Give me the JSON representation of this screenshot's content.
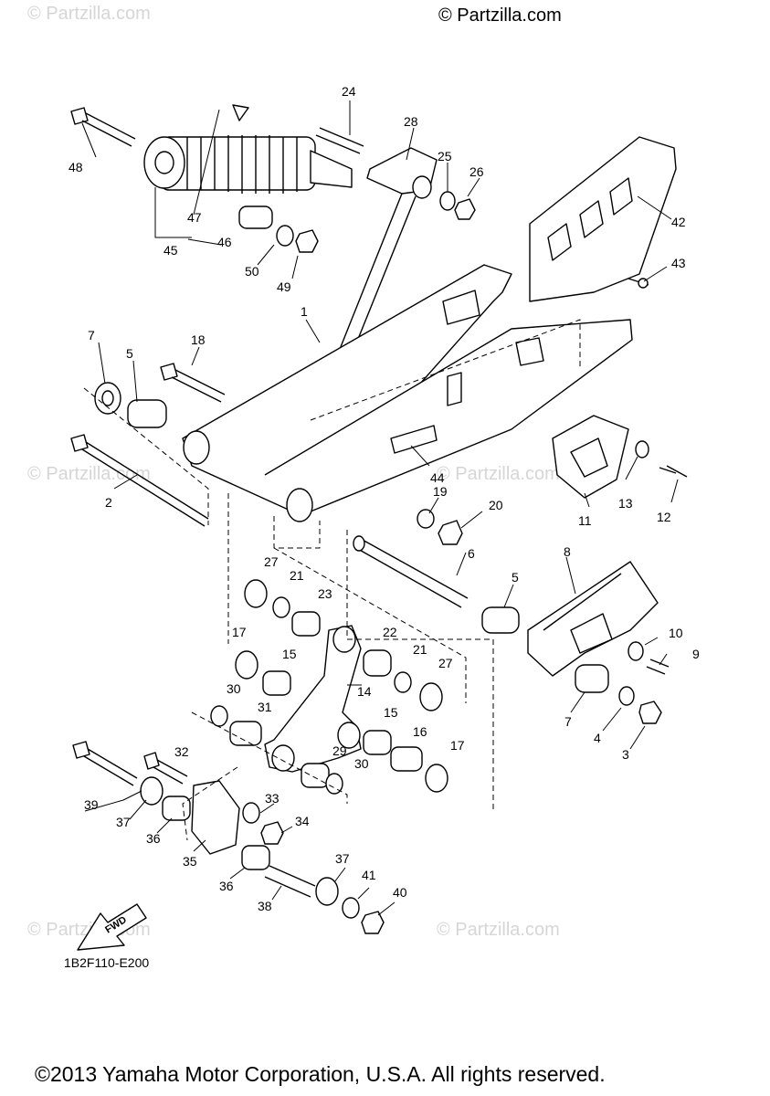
{
  "copyright_top": "© Partzilla.com",
  "watermark": "© Partzilla.com",
  "diagram_code": "1B2F110-E200",
  "copyright_bottom": "©2013 Yamaha Motor Corporation, U.S.A. All rights reserved.",
  "fwd_label": "FWD",
  "callouts": [
    "1",
    "2",
    "3",
    "4",
    "5",
    "5",
    "6",
    "7",
    "7",
    "8",
    "9",
    "10",
    "11",
    "12",
    "13",
    "14",
    "15",
    "15",
    "16",
    "17",
    "17",
    "18",
    "19",
    "20",
    "21",
    "21",
    "22",
    "23",
    "24",
    "25",
    "26",
    "27",
    "27",
    "28",
    "29",
    "30",
    "30",
    "31",
    "32",
    "33",
    "34",
    "35",
    "36",
    "36",
    "37",
    "37",
    "38",
    "39",
    "40",
    "41",
    "42",
    "43",
    "44",
    "45",
    "46",
    "47",
    "48",
    "49",
    "50"
  ]
}
